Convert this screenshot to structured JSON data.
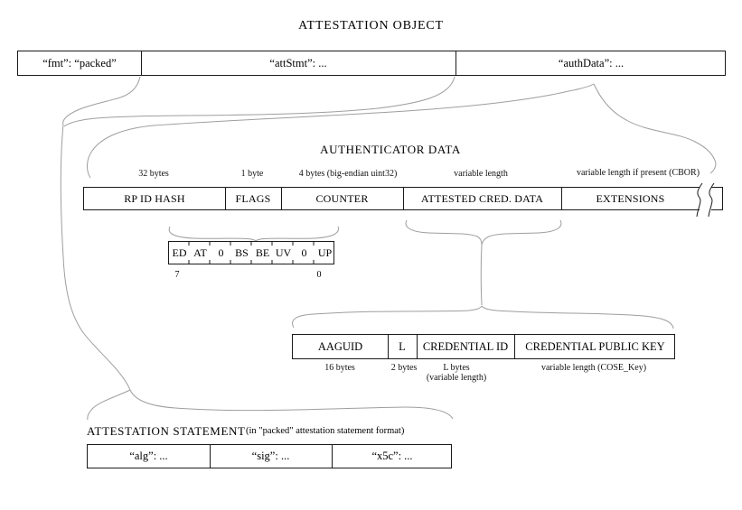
{
  "title": "ATTESTATION OBJECT",
  "colors": {
    "box_border": "#1a1a1a",
    "connector_gray": "#9e9e9e"
  },
  "attestation_object": {
    "fields": [
      {
        "label": "“fmt”: “packed”"
      },
      {
        "label": "“attStmt”: ..."
      },
      {
        "label": "“authData”: ..."
      }
    ]
  },
  "authenticator_data": {
    "heading": "AUTHENTICATOR DATA",
    "fields": [
      {
        "name": "RP ID HASH",
        "size": "32 bytes"
      },
      {
        "name": "FLAGS",
        "size": "1 byte"
      },
      {
        "name": "COUNTER",
        "size": "4 bytes (big-endian uint32)"
      },
      {
        "name": "ATTESTED CRED. DATA",
        "size": "variable length"
      },
      {
        "name": "EXTENSIONS",
        "size": "variable length if present (CBOR)"
      }
    ]
  },
  "flags": {
    "bits": [
      "ED",
      "AT",
      "0",
      "BS",
      "BE",
      "UV",
      "0",
      "UP"
    ],
    "high_bit": "7",
    "low_bit": "0"
  },
  "attested_credential_data": {
    "fields": [
      {
        "name": "AAGUID",
        "size": "16 bytes"
      },
      {
        "name": "L",
        "size": "2 bytes"
      },
      {
        "name": "CREDENTIAL ID",
        "size": "L bytes",
        "size2": "(variable length)"
      },
      {
        "name": "CREDENTIAL PUBLIC KEY",
        "size": "variable length (COSE_Key)"
      }
    ]
  },
  "attestation_statement": {
    "heading": "ATTESTATION STATEMENT",
    "format_note": "(in \"packed\" attestation statement format)",
    "fields": [
      {
        "label": "“alg”: ..."
      },
      {
        "label": "“sig”: ..."
      },
      {
        "label": "“x5c”: ..."
      }
    ]
  }
}
